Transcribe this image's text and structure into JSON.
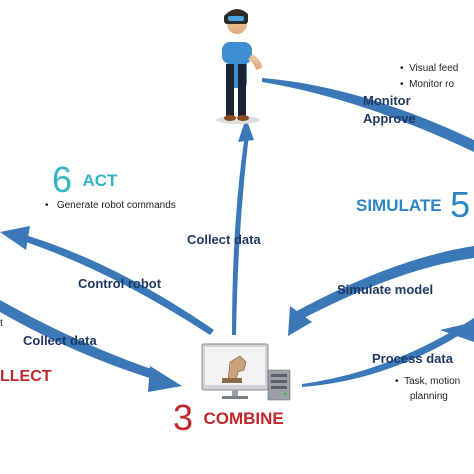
{
  "colors": {
    "arrow": "#3a78b7",
    "dark_label": "#1f3864",
    "act": "#34b3c6",
    "simulate": "#2e85c4",
    "collect": "#c0272d",
    "combine": "#c0272d"
  },
  "stages": {
    "act": {
      "number": "6",
      "name": "ACT",
      "bullets": [
        "Generate robot commands"
      ]
    },
    "simulate": {
      "name": "SIMULATE",
      "number": "5"
    },
    "collect": {
      "name": "LLECT"
    },
    "combine": {
      "number": "3",
      "name": "COMBINE"
    }
  },
  "flow_labels": {
    "monitor": "Monitor",
    "approve": "Approve",
    "collect_data_top": "Collect data",
    "control_robot": "Control robot",
    "collect_data_left": "Collect data",
    "simulate_model": "Simulate model",
    "process_data": "Process data"
  },
  "bullets_right_top": [
    "Visual feed",
    "Monitor ro"
  ],
  "bullets_right_bottom": {
    "line1": "Task, motion",
    "line2": "planning"
  },
  "fragment_left": "t",
  "icons": [
    "vr-user-icon",
    "computer-robot-icon",
    "server-tower-icon"
  ]
}
